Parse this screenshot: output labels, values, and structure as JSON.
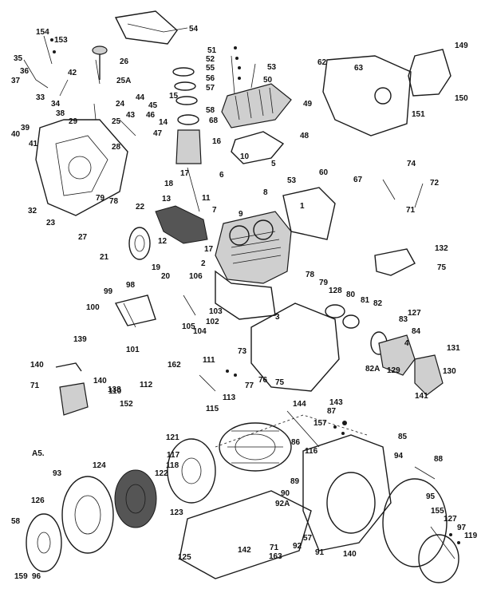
{
  "diagram": {
    "corner_label": "A5.",
    "callouts": [
      "154",
      "153",
      "54",
      "51",
      "52",
      "55",
      "56",
      "57",
      "58",
      "68",
      "53",
      "50",
      "49",
      "62",
      "63",
      "149",
      "150",
      "151",
      "35",
      "36",
      "37",
      "33",
      "34",
      "38",
      "42",
      "26",
      "25A",
      "24",
      "25",
      "40",
      "39",
      "41",
      "29",
      "28",
      "44",
      "45",
      "43",
      "46",
      "14",
      "15",
      "47",
      "16",
      "48",
      "10",
      "5",
      "6",
      "8",
      "9",
      "53",
      "60",
      "67",
      "74",
      "72",
      "71",
      "17",
      "18",
      "13",
      "11",
      "7",
      "22",
      "12",
      "21",
      "32",
      "23",
      "79",
      "78",
      "27",
      "19",
      "20",
      "106",
      "2",
      "17",
      "1",
      "132",
      "75",
      "99",
      "98",
      "100",
      "103",
      "105",
      "104",
      "102",
      "101",
      "78",
      "79",
      "128",
      "80",
      "81",
      "82",
      "3",
      "73",
      "76",
      "77",
      "75",
      "127",
      "83",
      "84",
      "4",
      "131",
      "82A",
      "139",
      "140",
      "138",
      "129",
      "130",
      "141",
      "71",
      "140",
      "110",
      "111",
      "162",
      "112",
      "113",
      "115",
      "152",
      "144",
      "143",
      "87",
      "157",
      "85",
      "86",
      "116",
      "121",
      "117",
      "118",
      "122",
      "123",
      "124",
      "93",
      "94",
      "88",
      "89",
      "90",
      "92A",
      "95",
      "155",
      "127",
      "97",
      "119",
      "126",
      "58",
      "57",
      "92",
      "91",
      "140",
      "142",
      "71",
      "163",
      "125",
      "159",
      "96"
    ]
  }
}
